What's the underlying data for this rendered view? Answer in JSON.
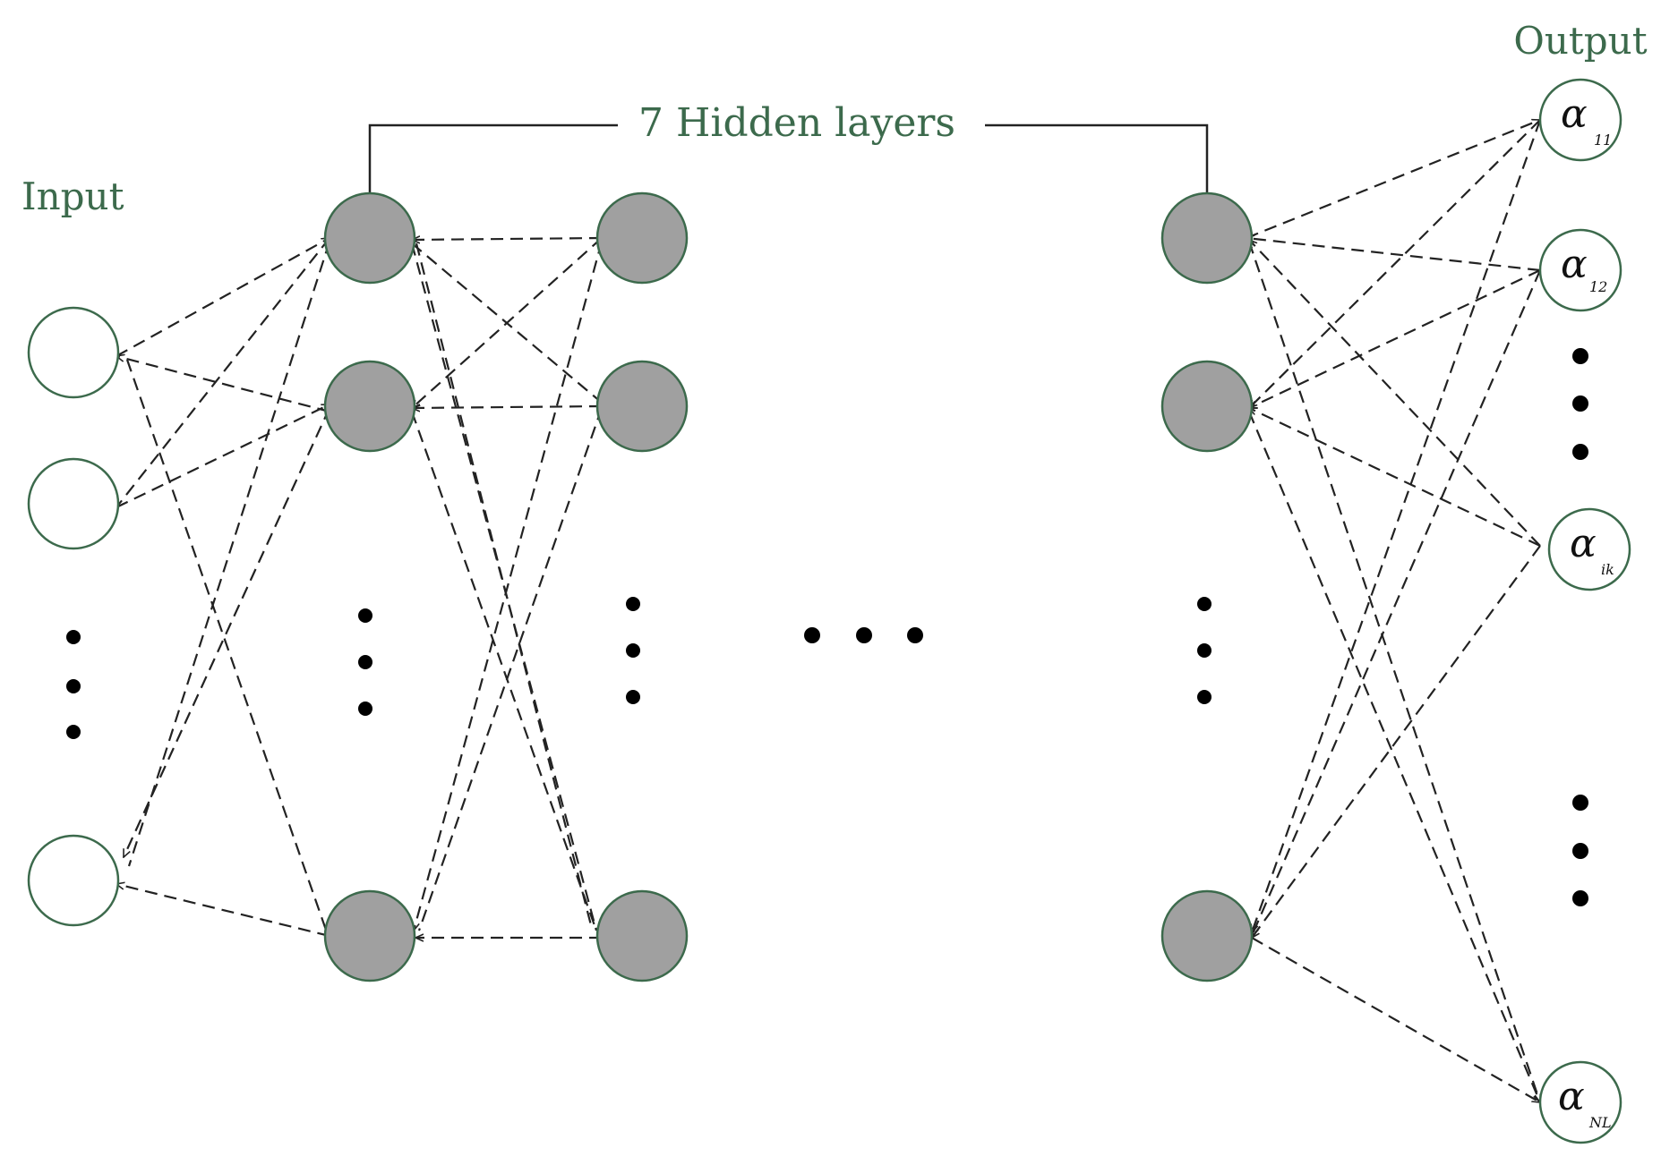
{
  "labels": {
    "input": "Input",
    "hidden": "7 Hidden layers",
    "output": "Output"
  },
  "output_nodes": [
    {
      "symbol": "α",
      "subscript": "11"
    },
    {
      "symbol": "α",
      "subscript": "12"
    },
    {
      "symbol": "α",
      "subscript": "ik"
    },
    {
      "symbol": "α",
      "subscript": "NL"
    }
  ],
  "colors": {
    "label_green": "#3c6a4c",
    "hidden_fill": "#a0a0a0",
    "node_stroke": "#3c6a4c"
  }
}
